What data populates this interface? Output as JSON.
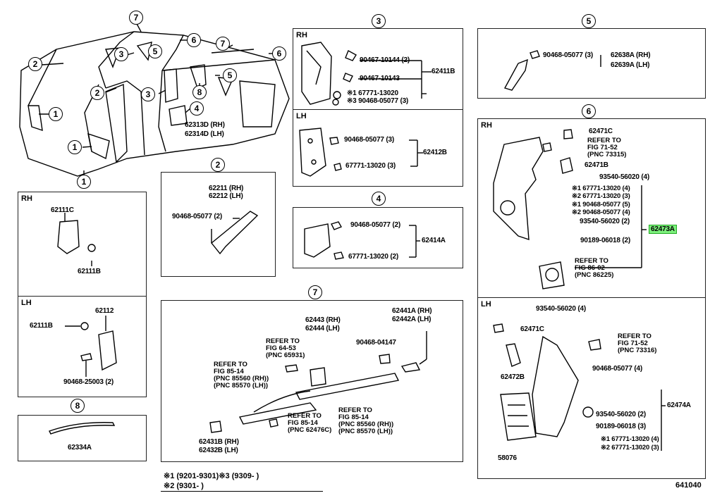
{
  "diagram": {
    "overview": {
      "callouts": [
        "7",
        "6",
        "3",
        "5",
        "2",
        "1",
        "7",
        "6",
        "5",
        "2",
        "3",
        "8",
        "4",
        "1",
        "1"
      ],
      "label_rh": "62313D (RH)",
      "label_lh": "62314D (LH)"
    },
    "sec2": {
      "callout": "2",
      "rh": "62211 (RH)",
      "lh": "62212 (LH)",
      "clip": "90468-05077 (2)"
    },
    "sec3": {
      "callout": "3",
      "rh_tag": "RH",
      "lh_tag": "LH",
      "rh_parts": [
        "90467-10144 (2)",
        "90467-10143",
        "※1 67771-13020",
        "※3 90468-05077 (3)"
      ],
      "rh_assembly": "62411B",
      "lh_parts": [
        "90468-05077 (3)",
        "67771-13020 (3)"
      ],
      "lh_assembly": "62412B"
    },
    "sec4": {
      "callout": "4",
      "parts": [
        "90468-05077 (2)",
        "67771-13020 (2)"
      ],
      "assembly": "62414A"
    },
    "sec5": {
      "callout": "5",
      "clip": "90468-05077 (3)",
      "rh": "62638A (RH)",
      "lh": "62639A (LH)"
    },
    "sec6": {
      "callout": "6",
      "rh_tag": "RH",
      "lh_tag": "LH",
      "rh_labels": {
        "p1": "62471C",
        "ref1": "REFER TO\nFIG 71-52\n(PNC 73315)",
        "p2": "62471B",
        "p3": "93540-56020 (4)",
        "p4": "※1 67771-13020 (4)",
        "p5": "※2 67771-13020 (3)",
        "p6": "※1 90468-05077 (5)",
        "p7": "※2 90468-05077 (4)",
        "p8": "93540-56020 (2)",
        "p9": "90189-06018 (2)",
        "assembly": "62473A",
        "ref2": "REFER TO\nFIG 86-02\n(PNC 86225)"
      },
      "lh_labels": {
        "p1": "93540-56020 (4)",
        "p2": "62471C",
        "ref1": "REFER TO\nFIG 71-52\n(PNC 73316)",
        "p3": "90468-05077 (4)",
        "p4": "62472B",
        "assembly": "62474A",
        "p5": "93540-56020 (2)",
        "p6": "90189-06018 (3)",
        "p7": "※1 67771-13020 (4)",
        "p8": "※2 67771-13020 (3)",
        "p9": "58076"
      }
    },
    "sec7": {
      "callout": "7",
      "labels": {
        "p1": "62443 (RH)",
        "p2": "62444 (LH)",
        "p3": "62441A (RH)",
        "p4": "62442A (LH)",
        "ref1": "REFER TO\nFIG 64-53\n(PNC 65931)",
        "p5": "90468-04147",
        "ref2": "REFER TO\nFIG 85-14\n(PNC 85560 (RH))\n(PNC 85570 (LH))",
        "ref3": "REFER TO\nFIG 85-14\n(PNC 62476C)",
        "ref4": "REFER TO\nFIG 85-14\n(PNC 85560 (RH))\n(PNC 85570 (LH))",
        "p6": "62431B (RH)",
        "p7": "62432B (LH)"
      }
    },
    "sec8": {
      "callout": "8",
      "part": "62334A"
    },
    "sec62111": {
      "rh_tag": "RH",
      "lh_tag": "LH",
      "rh_p1": "62111C",
      "rh_p2": "62111B",
      "lh_p1": "62112",
      "lh_p2": "62111B",
      "lh_p3": "90468-25003 (2)"
    },
    "footnotes": {
      "n1": "※1 (9201-9301)※3 (9309-          )",
      "n2": "※2 (9301-          )"
    },
    "figure_number": "641040"
  },
  "colors": {
    "highlight": "#7cf07c",
    "line": "#000000"
  }
}
